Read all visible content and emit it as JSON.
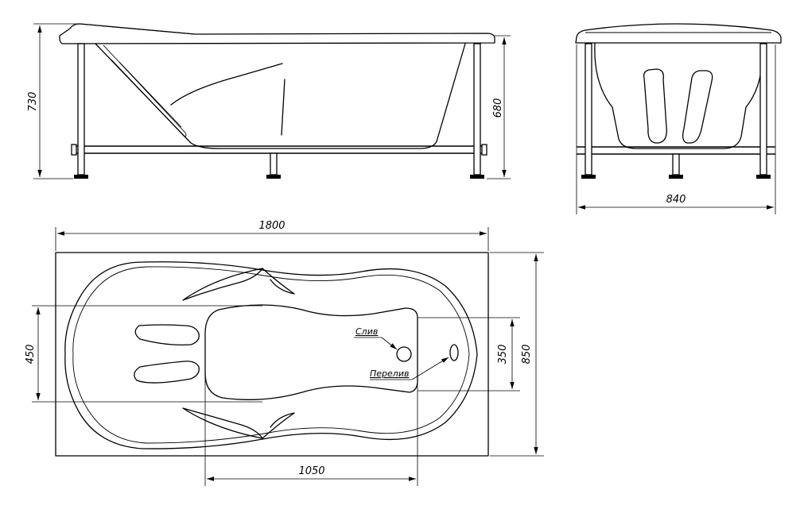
{
  "dimensions": {
    "side_height_total": "730",
    "side_height_tub": "680",
    "end_width": "840",
    "top_length": "1800",
    "top_width": "850",
    "inner_width_outer": "450",
    "inner_width_inner": "350",
    "inner_length": "1050"
  },
  "labels": {
    "drain": "Слив",
    "overflow": "Перелив"
  },
  "colors": {
    "line": "#000000",
    "background": "#ffffff"
  }
}
